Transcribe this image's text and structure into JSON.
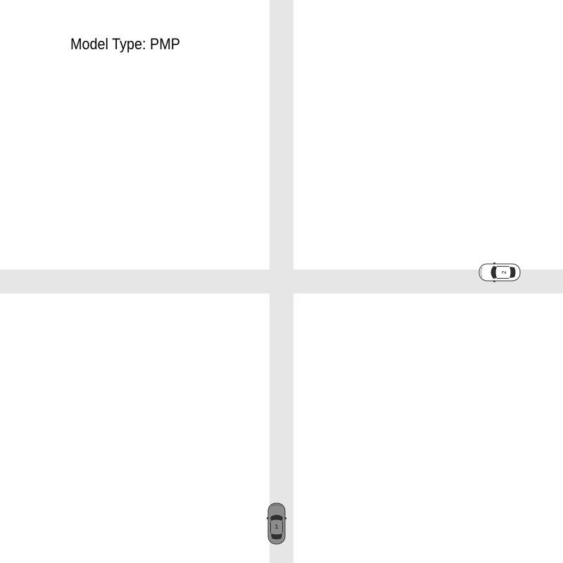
{
  "model_type_label": "Model Type: PMP",
  "vehicles": [
    {
      "id": "car-1",
      "number": "1",
      "heading": "north",
      "body_color": "#8c8c8c"
    },
    {
      "id": "car-2",
      "number": "2",
      "heading": "west",
      "body_color": "#ffffff"
    }
  ],
  "colors": {
    "background": "#ffffff",
    "road": "#e6e6e6",
    "car_outline": "#333333",
    "car_glass": "#2f2f2f"
  }
}
